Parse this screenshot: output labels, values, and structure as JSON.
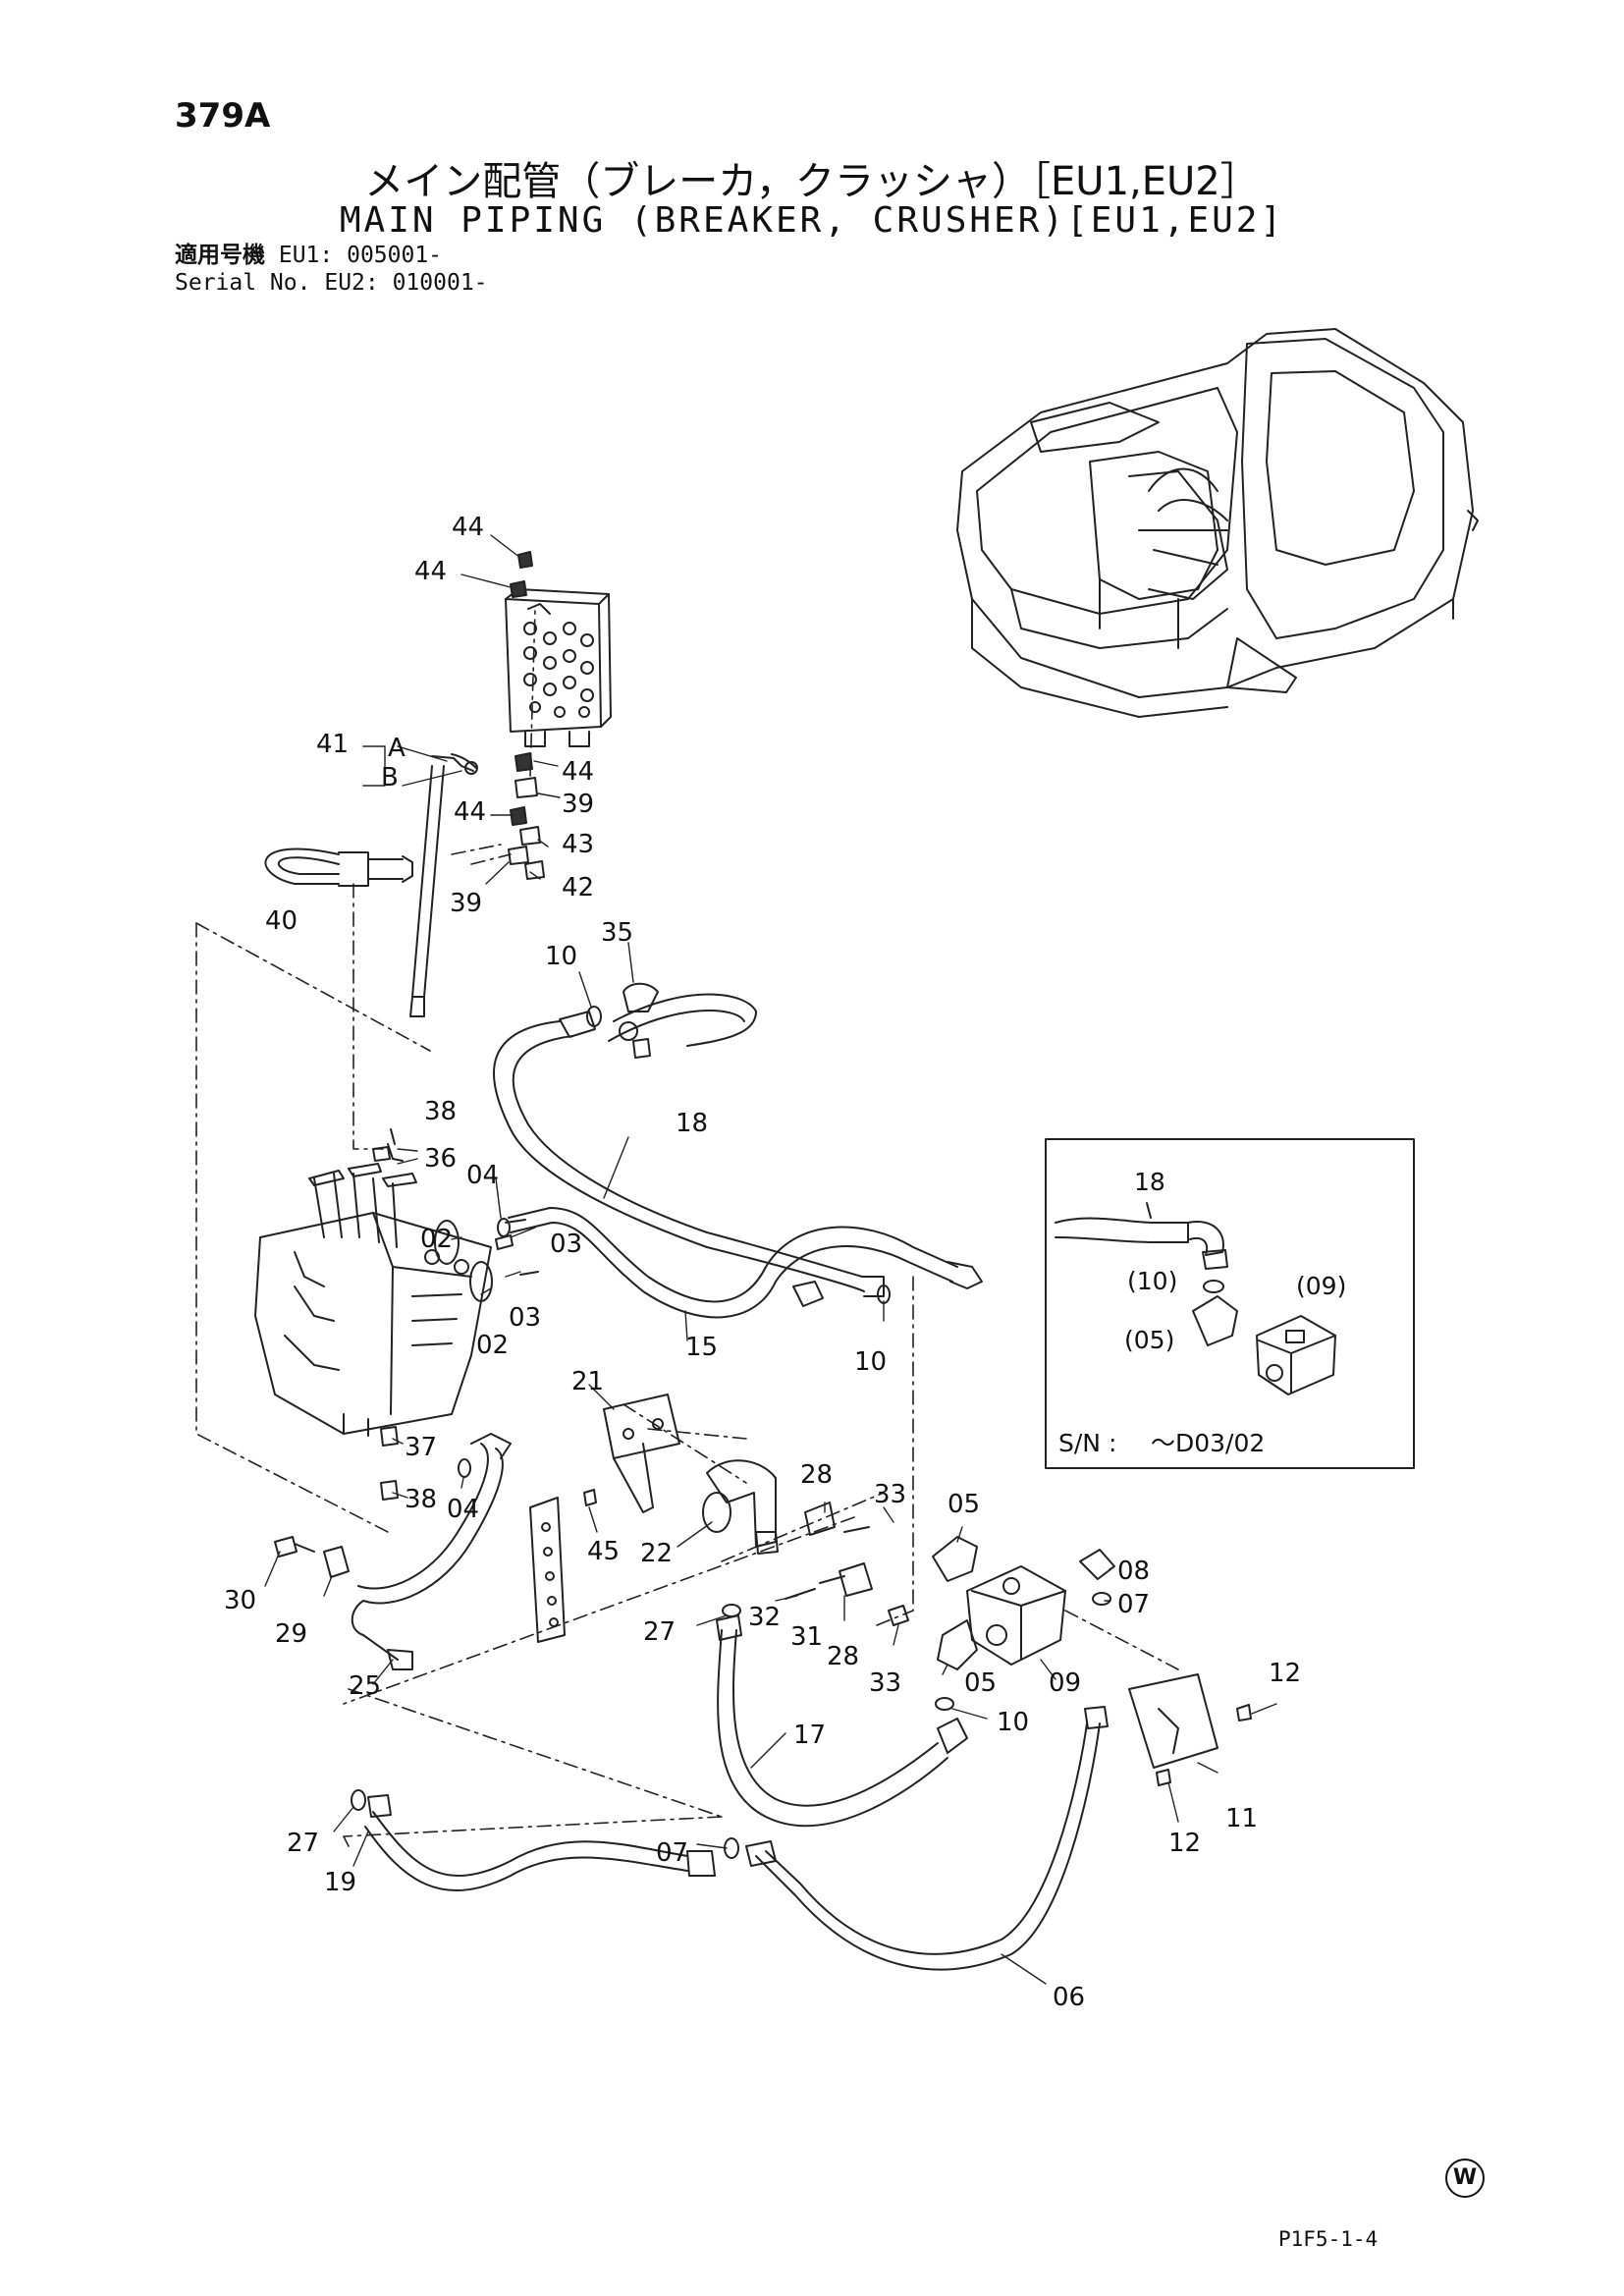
{
  "page_number": "379A",
  "title_jp": "メイン配管（ブレーカ，クラッシャ）［EU1,EU2］",
  "title_en": "MAIN PIPING (BREAKER, CRUSHER)[EU1,EU2]",
  "serial": {
    "label_jp": "適用号機",
    "label_en": "Serial No.",
    "eu1": "EU1: 005001-",
    "eu2": "EU2: 010001-"
  },
  "callouts": {
    "c44a": "44",
    "c44b": "44",
    "c44c": "44",
    "c44d": "44",
    "c41": "41",
    "cA": "A",
    "cB": "B",
    "c39a": "39",
    "c43": "43",
    "c42": "42",
    "c39b": "39",
    "c40": "40",
    "c35": "35",
    "c10a": "10",
    "c38a": "38",
    "c36": "36",
    "c18": "18",
    "c02a": "02",
    "c04a": "04",
    "c03a": "03",
    "c03b": "03",
    "c02b": "02",
    "c15": "15",
    "c10b": "10",
    "c21": "21",
    "c37": "37",
    "c38b": "38",
    "c04b": "04",
    "c28a": "28",
    "c33a": "33",
    "c05a": "05",
    "c45": "45",
    "c22": "22",
    "c08": "08",
    "c07a": "07",
    "c30": "30",
    "c29": "29",
    "c27a": "27",
    "c32": "32",
    "c31": "31",
    "c28b": "28",
    "c33b": "33",
    "c05b": "05",
    "c09": "09",
    "c12a": "12",
    "c25": "25",
    "c17": "17",
    "c10c": "10",
    "c11": "11",
    "c12b": "12",
    "c27b": "27",
    "c19": "19",
    "c07b": "07",
    "c06": "06"
  },
  "inset": {
    "part18": "18",
    "part10": "(10)",
    "part09": "(09)",
    "part05": "(05)",
    "sn_label": "S/N :",
    "sn_value": "～D03/02"
  },
  "footer": {
    "mark": "W",
    "code": "P1F5-1-4"
  }
}
